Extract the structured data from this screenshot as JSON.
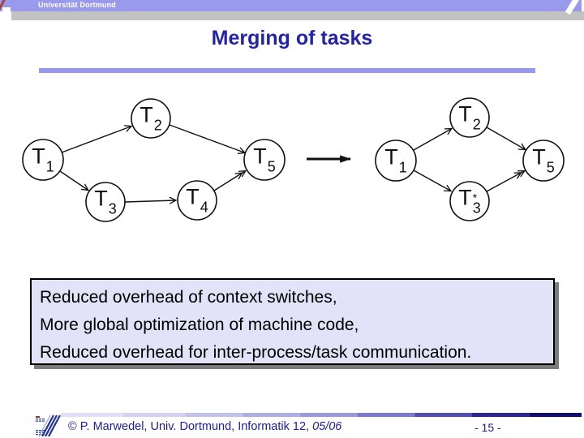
{
  "colors": {
    "header_bar": "#9A9AEC",
    "gray_bar": "#C2C2C2",
    "title_text": "#2323A8",
    "rule": "#9898EA",
    "infobox_bg": "#E2E2F8",
    "infobox_shadow": "#7B7B7B",
    "footer_text": "#20209A",
    "diagram_ink": "#111111"
  },
  "header": {
    "org_name": "Universität Dortmund"
  },
  "title": "Merging of tasks",
  "diagram": {
    "left": {
      "nodes": [
        {
          "id": "T1",
          "main": "T",
          "sub": "1",
          "sup": ""
        },
        {
          "id": "T2",
          "main": "T",
          "sub": "2",
          "sup": ""
        },
        {
          "id": "T3",
          "main": "T",
          "sub": "3",
          "sup": ""
        },
        {
          "id": "T4",
          "main": "T",
          "sub": "4",
          "sup": ""
        },
        {
          "id": "T5",
          "main": "T",
          "sub": "5",
          "sup": ""
        }
      ],
      "edges": [
        "T1→T2",
        "T1→T3",
        "T2→T5",
        "T3→T4",
        "T4→T5"
      ]
    },
    "transform_arrow_icon": "right-arrow",
    "right": {
      "nodes": [
        {
          "id": "T1",
          "main": "T",
          "sub": "1",
          "sup": ""
        },
        {
          "id": "T2",
          "main": "T",
          "sub": "2",
          "sup": ""
        },
        {
          "id": "T3*",
          "main": "T",
          "sub": "3",
          "sup": "*"
        },
        {
          "id": "T5",
          "main": "T",
          "sub": "5",
          "sup": ""
        }
      ],
      "edges": [
        "T1→T2",
        "T1→T3*",
        "T2→T5",
        "T3*→T5"
      ]
    }
  },
  "infobox": {
    "lines": [
      "Reduced overhead of context switches,",
      "More global optimization of machine code,",
      "Reduced overhead for inter-process/task communication."
    ]
  },
  "footer": {
    "copyright_prefix": "© P. Marwedel, Univ. Dortmund, Informatik 12, ",
    "date": "05/06",
    "page": "- 15 -"
  }
}
